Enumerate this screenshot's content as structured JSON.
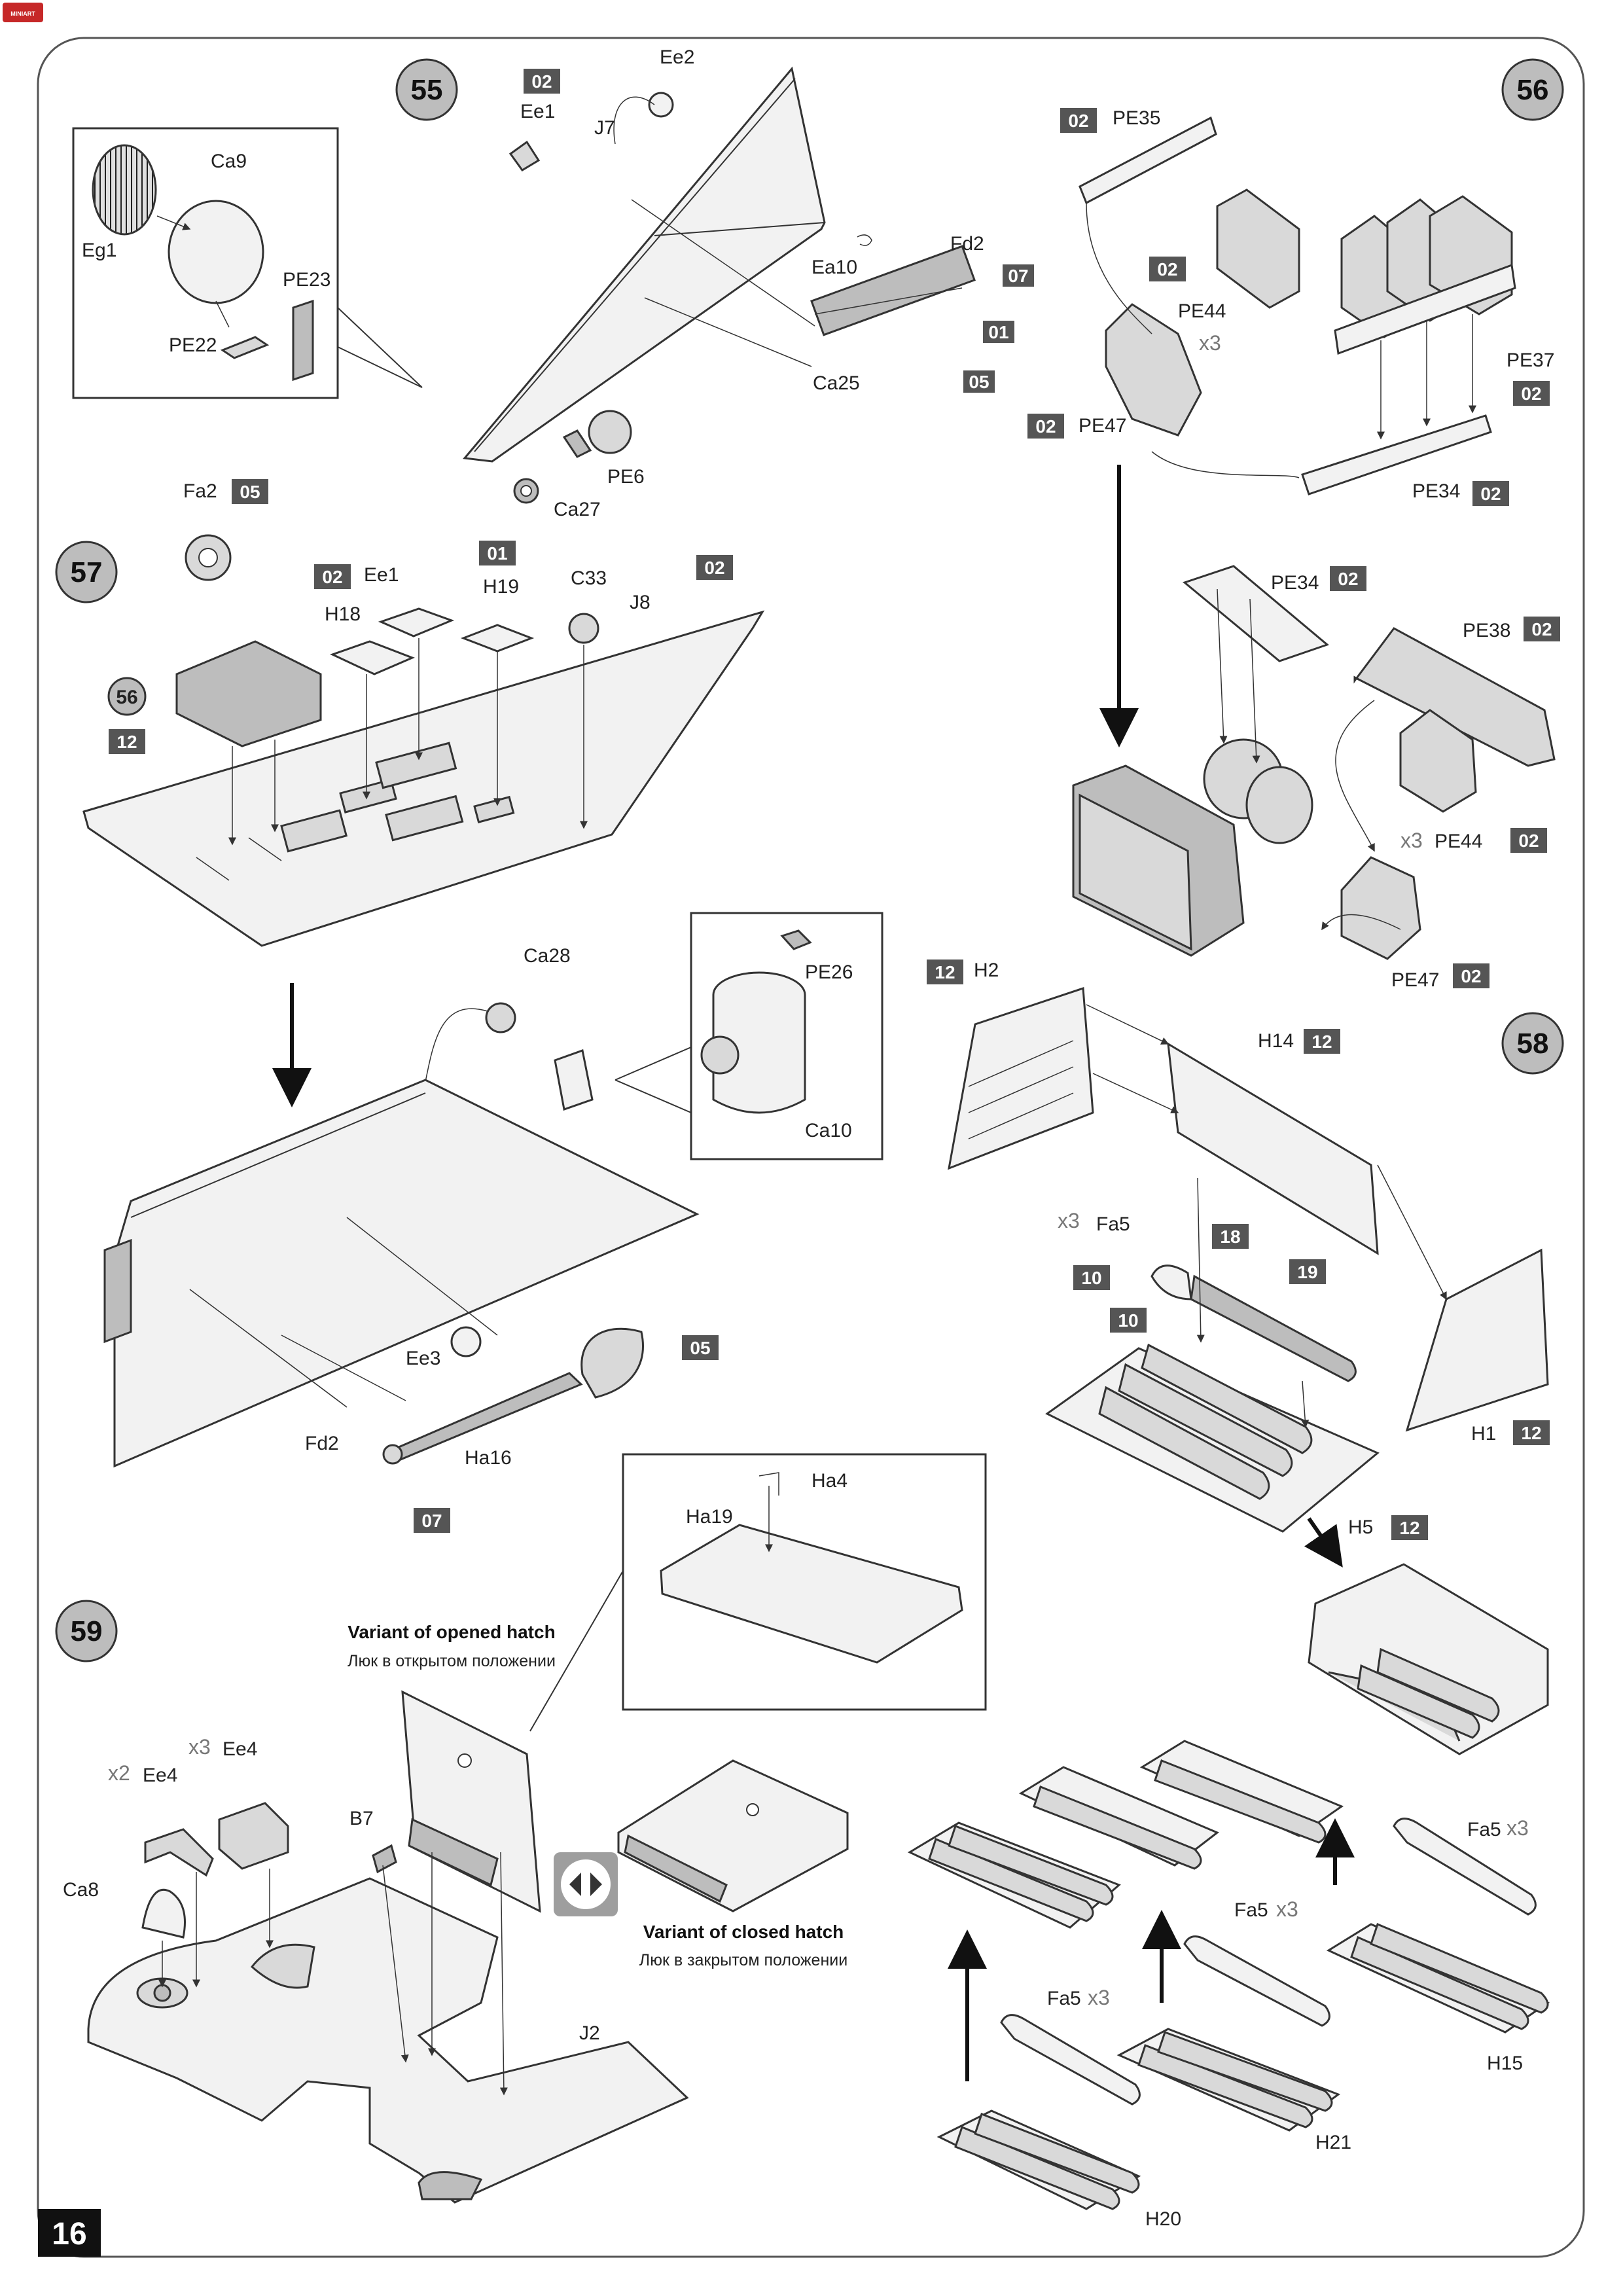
{
  "page_number": "16",
  "brand": "MINIART",
  "steps": {
    "s55": {
      "number": "55",
      "labels": {
        "Eg1": "Eg1",
        "Ca9": "Ca9",
        "PE23": "PE23",
        "PE22": "PE22",
        "Ee1": "Ee1",
        "Ee2": "Ee2",
        "J7": "J7",
        "Fd2": "Fd2",
        "Ea10": "Ea10",
        "Ca25": "Ca25",
        "PE6": "PE6",
        "Ca27": "Ca27"
      },
      "badges": {
        "b_ee1": "02",
        "b_fd2": "07",
        "b_01": "01",
        "b_05": "05"
      }
    },
    "s56": {
      "number": "56",
      "labels": {
        "PE35": "PE35",
        "PE44": "PE44",
        "PE37": "PE37",
        "PE47": "PE47",
        "PE34": "PE34",
        "PE34b": "PE34",
        "PE38": "PE38",
        "PE44b": "PE44",
        "PE47b": "PE47"
      },
      "badges": {
        "b1": "02",
        "b2": "02",
        "b3": "02",
        "b4": "02",
        "b5": "02",
        "b6": "02",
        "b7": "02",
        "b8": "02",
        "b9": "02"
      },
      "qty": {
        "q1": "x3",
        "q2": "x3"
      }
    },
    "s57": {
      "number": "57",
      "ref_step": "56",
      "labels": {
        "Fa2": "Fa2",
        "H18": "H18",
        "Ee1": "Ee1",
        "H19": "H19",
        "C33": "C33",
        "J8": "J8",
        "Ca28": "Ca28",
        "PE26": "PE26",
        "Ca10": "Ca10",
        "Ee3": "Ee3",
        "Fd2": "Fd2",
        "Ha16": "Ha16"
      },
      "badges": {
        "b_fa2": "05",
        "b_ee1": "02",
        "b_h19": "01",
        "b_j8": "02",
        "b_ref": "12",
        "b_spade": "05",
        "b_07": "07"
      }
    },
    "s58": {
      "number": "58",
      "labels": {
        "H2": "H2",
        "H14": "H14",
        "Fa5": "Fa5",
        "H1": "H1",
        "H5": "H5",
        "Fa5b": "Fa5",
        "Fa5c": "Fa5",
        "Fa5d": "Fa5",
        "H15": "H15",
        "H21": "H21",
        "H20": "H20"
      },
      "badges": {
        "b_h2": "12",
        "b_h14": "12",
        "b_10a": "10",
        "b_10b": "10",
        "b_18": "18",
        "b_19": "19",
        "b_h1": "12",
        "b_h5": "12"
      },
      "qty": {
        "q1": "x3",
        "q2": "x3",
        "q3": "x3",
        "q4": "x3"
      }
    },
    "s59": {
      "number": "59",
      "labels": {
        "Ha4": "Ha4",
        "Ha19": "Ha19",
        "Ee4a": "Ee4",
        "Ee4b": "Ee4",
        "B7": "B7",
        "Ca8": "Ca8",
        "J2": "J2"
      },
      "qty": {
        "q2": "x2",
        "q3": "x3"
      },
      "variant_open": {
        "en": "Variant of opened hatch",
        "ru": "Люк в открытом положении"
      },
      "variant_closed": {
        "en": "Variant of closed hatch",
        "ru": "Люк в закрытом положении"
      }
    }
  }
}
